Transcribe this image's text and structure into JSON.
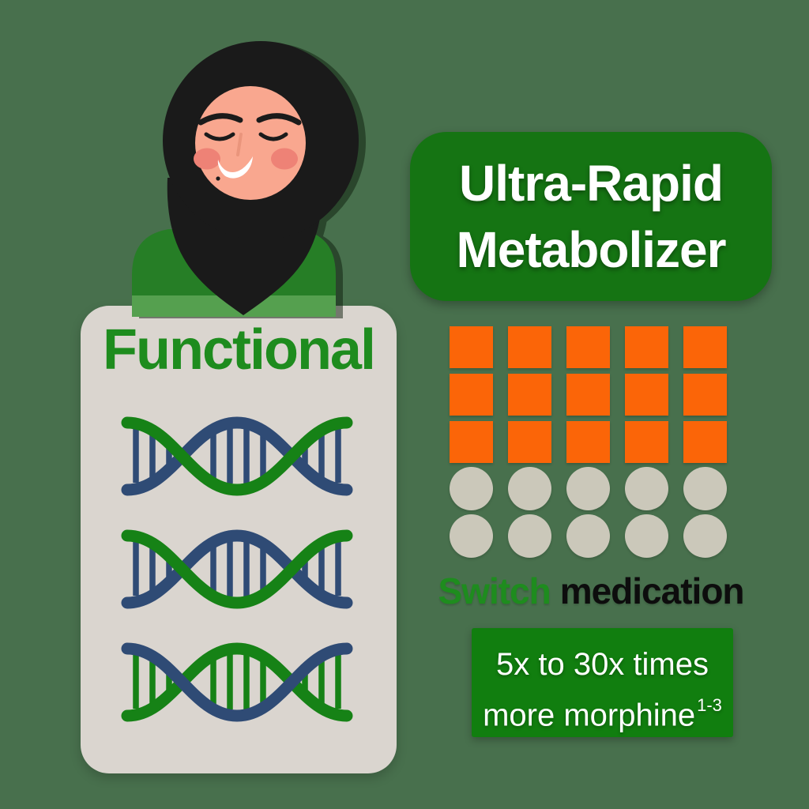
{
  "title_card": {
    "line1": "Ultra-Rapid",
    "line2": "Metabolizer"
  },
  "genotype_card": {
    "label": "Functional",
    "dna_icons": [
      {
        "icon": "dna-helix-icon",
        "top_left_strand": "helix_green",
        "bottom_left_strand": "helix_blue",
        "rung_color": "helix_blue"
      },
      {
        "icon": "dna-helix-icon",
        "top_left_strand": "helix_green",
        "bottom_left_strand": "helix_blue",
        "rung_color": "helix_blue"
      },
      {
        "icon": "dna-helix-icon",
        "top_left_strand": "helix_blue",
        "bottom_left_strand": "helix_green",
        "rung_color": "helix_green"
      }
    ]
  },
  "person": {
    "icon": "woman-in-hijab-avatar"
  },
  "dose_grid": {
    "squares": {
      "rows": 3,
      "cols": 5,
      "count": 15,
      "color": "#FB6508"
    },
    "circles": {
      "rows": 2,
      "cols": 5,
      "count": 10,
      "color": "#CBC8BA"
    }
  },
  "caption": {
    "highlight": "Switch",
    "rest": "medication"
  },
  "note_card": {
    "line1": "5x to 30x times",
    "line2": "more morphine",
    "superscript": "1-3"
  },
  "palette": {
    "background": "#48704D",
    "title_box_green": "#157413",
    "note_box_green": "#117E0F",
    "accent_text_green": "#1E8C1E",
    "caption_black": "#0D0D0D",
    "square_orange": "#FB6508",
    "circle_gray": "#CBC8BA",
    "card_gray": "#DAD5CF",
    "helix_green": "#168216",
    "helix_blue": "#2F4B75",
    "skin": "#F9A78F",
    "blush": "#EE8276",
    "hijab_black": "#1A1A1A",
    "shirt_green": "#267E26",
    "shirt_band_green": "#55A04F"
  }
}
